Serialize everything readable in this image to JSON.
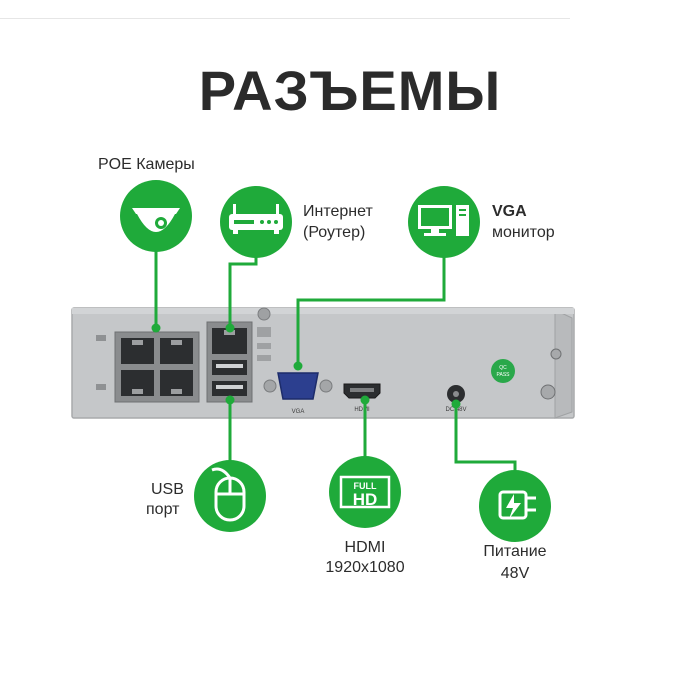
{
  "title": "РАЗЪЕМЫ",
  "callouts": {
    "poe": {
      "label": "POE Камеры",
      "icon": "dome-camera-icon"
    },
    "internet": {
      "line1": "Интернет",
      "line2": "(Роутер)",
      "icon": "router-icon"
    },
    "vga": {
      "line1": "VGA",
      "line2": "монитор",
      "icon": "monitor-pc-icon"
    },
    "usb": {
      "line1": "USB",
      "line2": "порт",
      "icon": "mouse-icon"
    },
    "hdmi": {
      "line1": "HDMI",
      "line2": "1920x1080",
      "icon": "full-hd-icon",
      "badge_top": "FULL",
      "badge_main": "HD"
    },
    "power": {
      "line1": "Питание",
      "line2": "48V",
      "icon": "power-plug-icon"
    }
  },
  "device": {
    "port_labels": {
      "vga": "VGA",
      "hdmi": "HDMI",
      "dc": "DC 48V"
    },
    "qc_badge": {
      "line1": "QC",
      "line2": "PASS"
    }
  },
  "colors": {
    "accent": "#1faa3a",
    "accent_dark": "#168a2c",
    "panel": "#c4c6c8",
    "panel_edge": "#a9abad",
    "text": "#2c2c2c"
  }
}
